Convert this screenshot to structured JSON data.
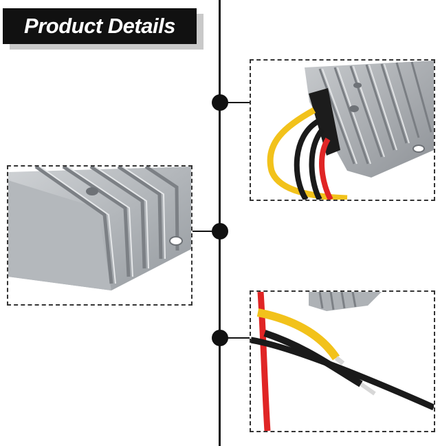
{
  "banner": {
    "title": "Product Details"
  },
  "colors": {
    "line": "#111111",
    "metal": "#a9adb2",
    "wire_yellow": "#f2c21b",
    "wire_red": "#e02525",
    "wire_black": "#1a1a1a"
  },
  "icons": [
    "timeline-dot",
    "connector-line"
  ]
}
